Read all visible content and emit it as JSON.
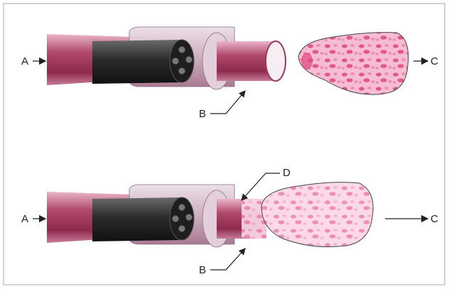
{
  "labels": {
    "a": "A",
    "b": "B",
    "c": "C",
    "d": "D"
  },
  "colors": {
    "tube": "#a8365a",
    "tube_light": "#e7b4c7",
    "sleeve": "#d6bccb",
    "scope": "#2a2a2a",
    "blob_fill": "#f4a6c6",
    "blob_spot": "#e0467e",
    "frame": "#b8b8b8"
  }
}
